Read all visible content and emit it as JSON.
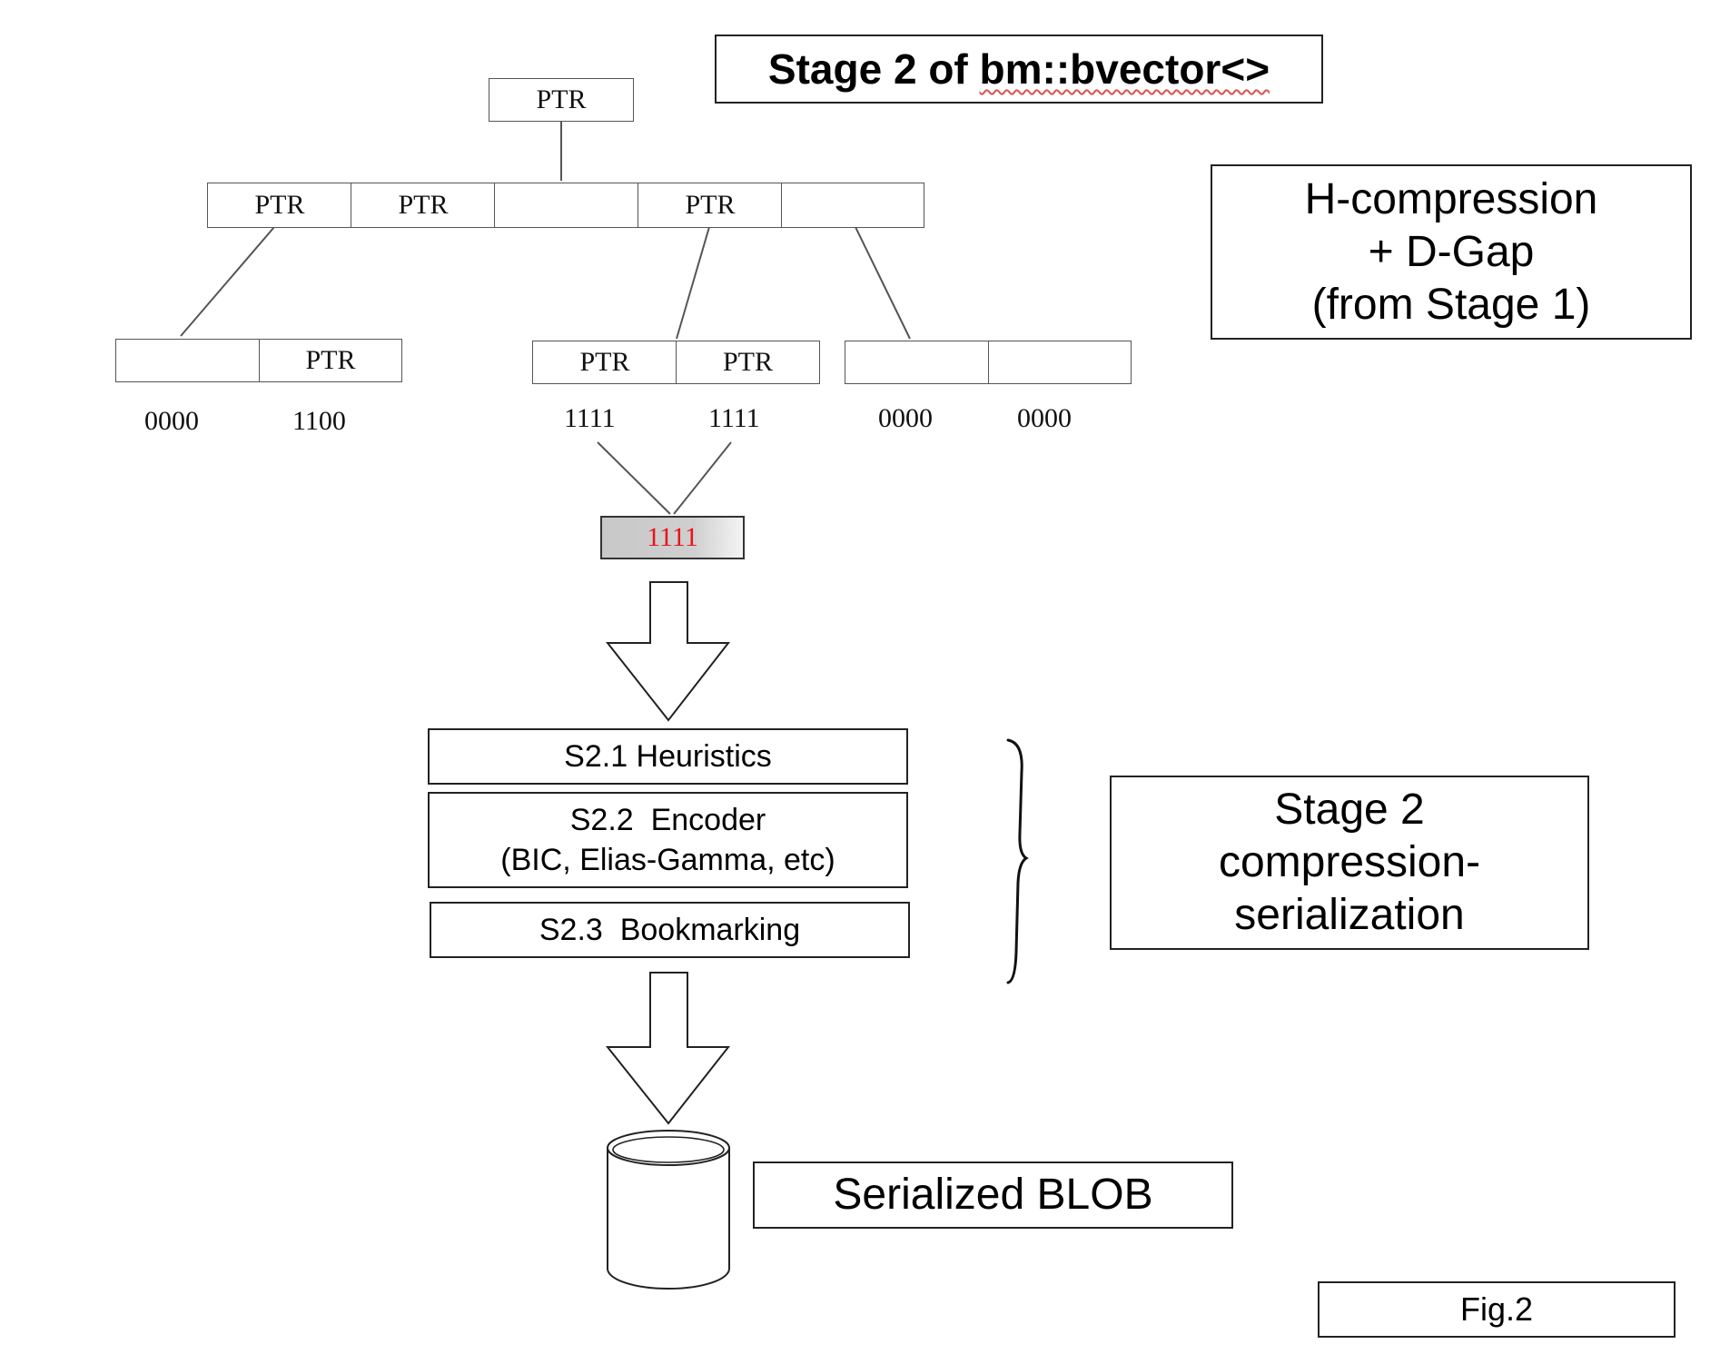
{
  "title": {
    "prefix": "Stage 2 of ",
    "type_name": "bm::bvector<>"
  },
  "notes": {
    "stage1": [
      "H-compression",
      "+ D-Gap",
      "(from Stage 1)"
    ],
    "stage2": [
      "Stage 2",
      "compression-",
      "serialization"
    ]
  },
  "tree": {
    "root_label": "PTR",
    "level1": [
      "PTR",
      "PTR",
      "",
      "PTR",
      ""
    ],
    "leaf_groups": [
      {
        "cells": [
          "",
          "PTR"
        ],
        "bits": [
          "0000",
          "1100"
        ]
      },
      {
        "cells": [
          "PTR",
          "PTR"
        ],
        "bits": [
          "1111",
          "1111"
        ]
      },
      {
        "cells": [
          "",
          ""
        ],
        "bits": [
          "0000",
          "0000"
        ]
      }
    ],
    "merged_block": {
      "label": "1111",
      "color": "#e8141b"
    }
  },
  "steps": [
    {
      "lines": [
        "S2.1 Heuristics"
      ]
    },
    {
      "lines": [
        "S2.2  Encoder",
        "(BIC, Elias-Gamma, etc)"
      ]
    },
    {
      "lines": [
        "S2.3  Bookmarking"
      ]
    }
  ],
  "output_label": "Serialized BLOB",
  "figure_label": "Fig.2"
}
